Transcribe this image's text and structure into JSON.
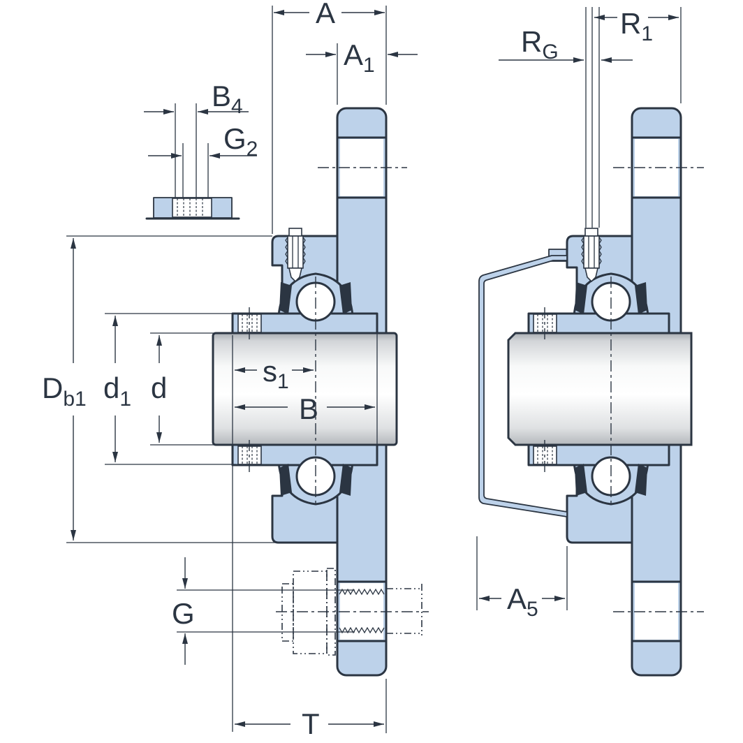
{
  "diagram": {
    "type": "engineering-cross-section-drawing",
    "subject": "flanged-bearing-unit",
    "colors": {
      "line": "#2b3542",
      "blue": "#bdd2ea",
      "shaft_edge": "#aeb3b7",
      "shaft_light": "#ffffff",
      "bg": "#ffffff"
    },
    "labels": {
      "A": {
        "main": "A",
        "sub": ""
      },
      "A1": {
        "main": "A",
        "sub": "1"
      },
      "B4": {
        "main": "B",
        "sub": "4"
      },
      "G2": {
        "main": "G",
        "sub": "2"
      },
      "R1": {
        "main": "R",
        "sub": "1"
      },
      "RG": {
        "main": "R",
        "sub": "G"
      },
      "Db1": {
        "main": "D",
        "sub": "b1"
      },
      "d1": {
        "main": "d",
        "sub": "1"
      },
      "d": {
        "main": "d",
        "sub": ""
      },
      "s1": {
        "main": "s",
        "sub": "1"
      },
      "B": {
        "main": "B",
        "sub": ""
      },
      "G": {
        "main": "G",
        "sub": ""
      },
      "T": {
        "main": "T",
        "sub": ""
      },
      "A5": {
        "main": "A",
        "sub": "5"
      }
    }
  }
}
